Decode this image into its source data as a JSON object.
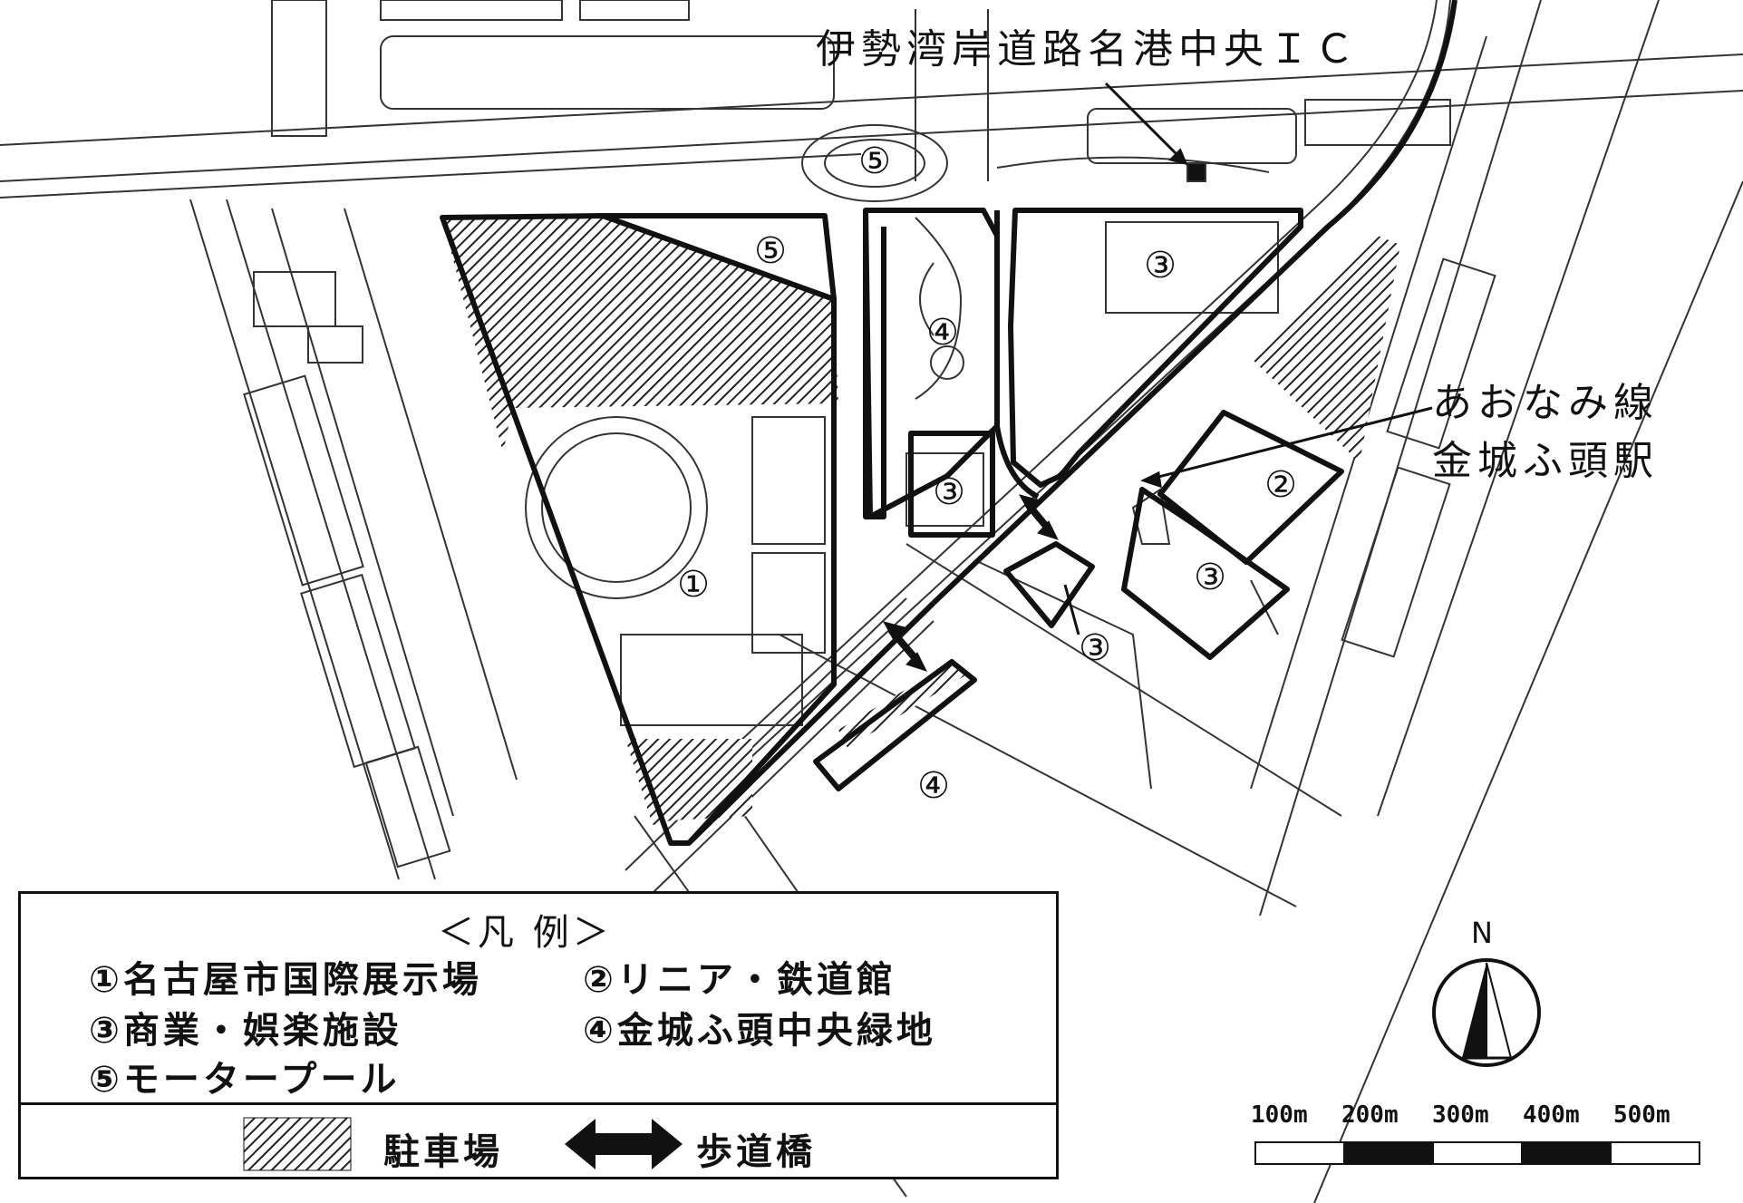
{
  "labels": {
    "ic": "伊勢湾岸道路名港中央ＩＣ",
    "station_line1": "あおなみ線",
    "station_line2": "金城ふ頭駅",
    "north": "N"
  },
  "markers": {
    "m1": "①",
    "m2": "②",
    "m3": "③",
    "m4": "④",
    "m5": "⑤"
  },
  "legend": {
    "title": "＜凡 例＞",
    "item1": "①名古屋市国際展示場",
    "item2": "②リニア・鉄道館",
    "item3": "③商業・娯楽施設",
    "item4": "④金城ふ頭中央緑地",
    "item5": "⑤モータープール",
    "parking": "駐車場",
    "bridge": "歩道橋"
  },
  "scale": {
    "ticks": [
      "100m",
      "200m",
      "300m",
      "400m",
      "500m"
    ]
  },
  "colors": {
    "ink": "#111111",
    "paper": "#ffffff"
  }
}
